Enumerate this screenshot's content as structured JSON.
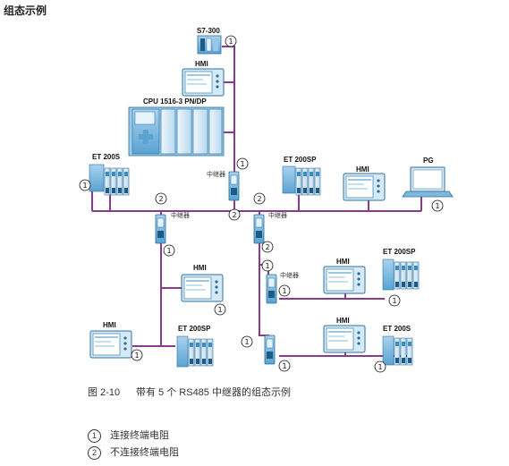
{
  "title": "组态示例",
  "devices": {
    "s7_300": "S7-300",
    "hmi": "HMI",
    "cpu": "CPU 1516-3 PN/DP",
    "et200s": "ET 200S",
    "et200sp": "ET 200SP",
    "pg": "PG"
  },
  "repeater_label": "中继器",
  "marker_1": "1",
  "marker_2": "2",
  "caption": {
    "number": "图 2-10",
    "text": "带有 5 个 RS485 中继器的组态示例"
  },
  "legend": [
    {
      "symbol": "1",
      "text": "连接终端电阻"
    },
    {
      "symbol": "2",
      "text": "不连接终端电阻"
    }
  ],
  "colors": {
    "bus_line": "#8a3a8e",
    "device_blue": "#7fb8dc",
    "device_dark": "#3c8cc0",
    "screen": "#e8f3fb"
  }
}
